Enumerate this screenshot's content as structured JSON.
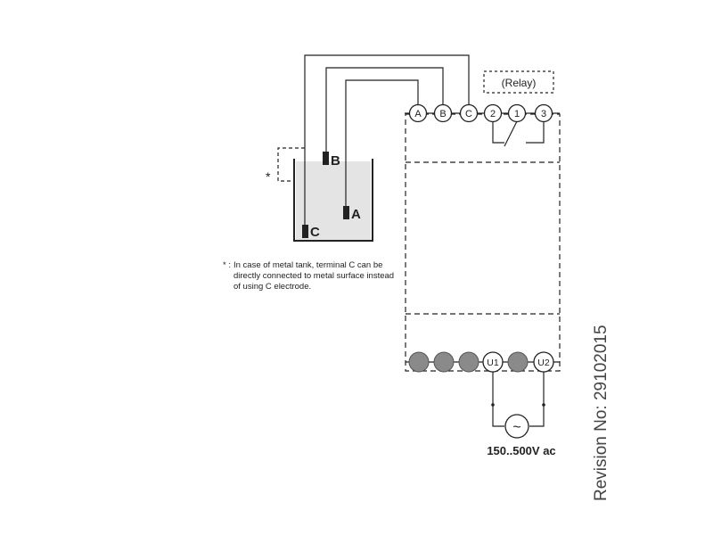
{
  "terminals_top": [
    "A",
    "B",
    "C",
    "2",
    "1",
    "3"
  ],
  "relay_label": "(Relay)",
  "electrodes": {
    "a": "A",
    "b": "B",
    "c": "C"
  },
  "footnote": {
    "marker": "*",
    "prefix": "* :",
    "text": "In case of metal tank, terminal C can be directly connected to metal surface instead of using C electrode."
  },
  "supply_terminals": [
    "U1",
    "U2"
  ],
  "supply_voltage": "150..500V ac",
  "ac_symbol": "~",
  "revision": "Revision No: 29102015",
  "colors": {
    "line": "#222222",
    "liquid": "#e4e4e4",
    "filled_terminal": "#8a8a8a",
    "text": "#222222"
  }
}
